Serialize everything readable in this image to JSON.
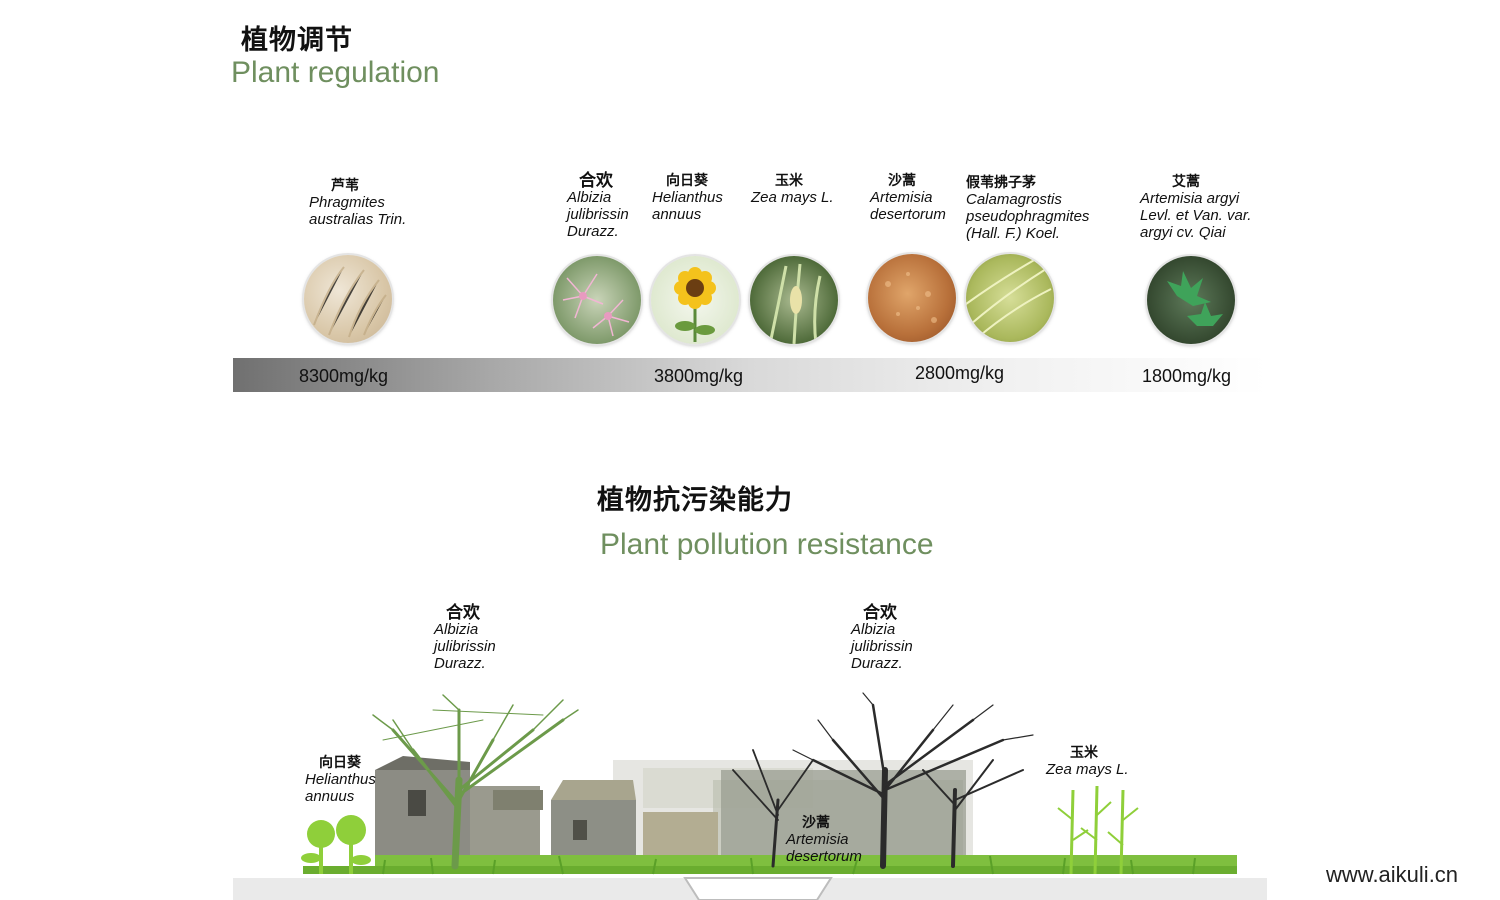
{
  "section1": {
    "title_cn": "植物调节",
    "title_en": "Plant regulation"
  },
  "plants": [
    {
      "cn": "芦苇",
      "latin": [
        "Phragmites",
        "australias Trin."
      ]
    },
    {
      "cn": "合欢",
      "latin": [
        "Albizia",
        "julibrissin",
        "Durazz."
      ]
    },
    {
      "cn": "向日葵",
      "latin": [
        "Helianthus",
        "annuus"
      ]
    },
    {
      "cn": "玉米",
      "latin": [
        "Zea mays L."
      ]
    },
    {
      "cn": "沙蒿",
      "latin": [
        "Artemisia",
        "desertorum"
      ]
    },
    {
      "cn": "假苇拂子茅",
      "latin": [
        "Calamagrostis",
        "pseudophragmites",
        "(Hall. F.) Koel."
      ]
    },
    {
      "cn": "艾蒿",
      "latin": [
        "Artemisia argyi",
        "Levl. et Van. var.",
        "argyi cv. Qiai"
      ]
    }
  ],
  "scale": {
    "values": [
      "8300mg/kg",
      "3800mg/kg",
      "2800mg/kg",
      "1800mg/kg"
    ]
  },
  "section2": {
    "title_cn": "植物抗污染能力",
    "title_en": "Plant pollution resistance"
  },
  "scene_labels": {
    "albizia_left": {
      "cn": "合欢",
      "latin": [
        "Albizia",
        "julibrissin",
        "Durazz."
      ]
    },
    "albizia_right": {
      "cn": "合欢",
      "latin": [
        "Albizia",
        "julibrissin",
        "Durazz."
      ]
    },
    "sunflower": {
      "cn": "向日葵",
      "latin": [
        "Helianthus",
        "annuus"
      ]
    },
    "corn": {
      "cn": "玉米",
      "latin": [
        "Zea mays L."
      ]
    },
    "artemisia": {
      "cn": "沙蒿",
      "latin": [
        "Artemisia",
        "desertorum"
      ]
    }
  },
  "website": "www.aikuli.cn",
  "colors": {
    "accent_green": "#6f8f5f",
    "grass_green": "#7fbf3f",
    "tree_green": "#6c9a4a",
    "tree_dark": "#2b2b2b"
  },
  "icons": {
    "reed": "reed-photo-icon",
    "albizia": "albizia-flower-photo-icon",
    "sunflower": "sunflower-photo-icon",
    "corn": "corn-photo-icon",
    "artemisia_desert": "desert-artemisia-photo-icon",
    "calamagrostis": "grass-seed-photo-icon",
    "artemisia_argyi": "mugwort-photo-icon"
  }
}
